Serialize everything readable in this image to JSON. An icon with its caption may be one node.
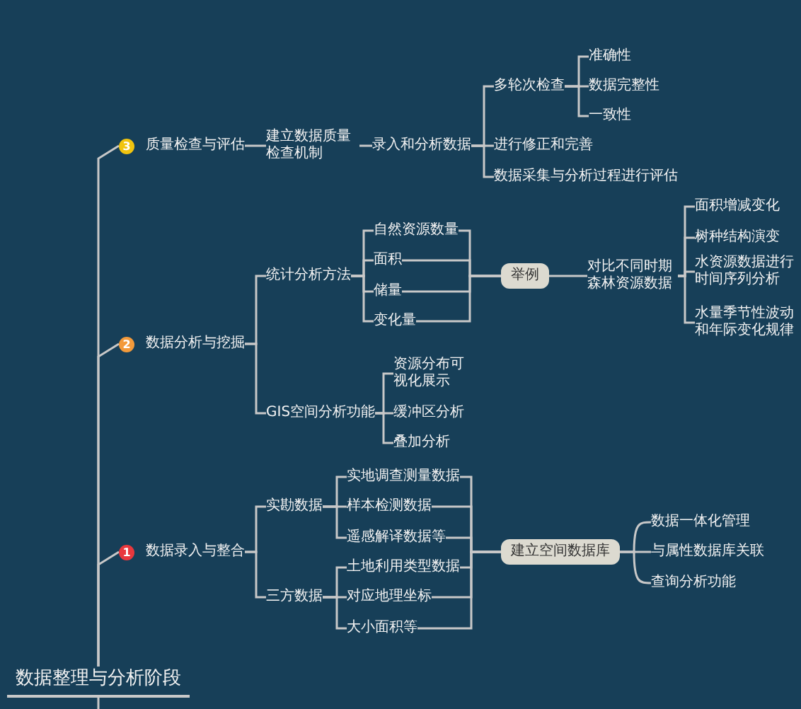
{
  "diagram": {
    "nodes": [
      {
        "text": [
          "数据整理与分析阶段"
        ]
      },
      {
        "text": [
          "3",
          "质量检查与评估"
        ]
      },
      {
        "text": [
          "建立数据质量检查机制"
        ]
      },
      {
        "text": [
          "录入和分析数据"
        ]
      },
      {
        "text": [
          "多轮次检查"
        ]
      },
      {
        "text": [
          "准确性"
        ]
      },
      {
        "text": [
          "数据完整性"
        ]
      },
      {
        "text": [
          "一致性"
        ]
      },
      {
        "text": [
          "进行修正和完善"
        ]
      },
      {
        "text": [
          "数据采集与分析过程进行评估"
        ]
      },
      {
        "text": [
          "2",
          "数据分析与挖掘"
        ]
      },
      {
        "text": [
          "统计分析方法"
        ]
      },
      {
        "text": [
          "自然资源数量"
        ]
      },
      {
        "text": [
          "面积"
        ]
      },
      {
        "text": [
          "储量"
        ]
      },
      {
        "text": [
          "变化量"
        ]
      },
      {
        "text": [
          "举例"
        ]
      },
      {
        "text": [
          "对比不同时期森林资源数据"
        ]
      },
      {
        "text": [
          "面积增减变化"
        ]
      },
      {
        "text": [
          "树种结构演变"
        ]
      },
      {
        "text": [
          "水资源数据进行时间序列分析"
        ]
      },
      {
        "text": [
          "水量季节性波动和年际变化规律"
        ]
      },
      {
        "text": [
          "GIS空间分析功能"
        ]
      },
      {
        "text": [
          "资源分布可视化展示"
        ]
      },
      {
        "text": [
          "缓冲区分析"
        ]
      },
      {
        "text": [
          "叠加分析"
        ]
      },
      {
        "text": [
          "1",
          "数据录入与整合"
        ]
      },
      {
        "text": [
          "实勘数据"
        ]
      },
      {
        "text": [
          "实地调查测量数据"
        ]
      },
      {
        "text": [
          "样本检测数据"
        ]
      },
      {
        "text": [
          "遥感解译数据等"
        ]
      },
      {
        "text": [
          "三方数据"
        ]
      },
      {
        "text": [
          "土地利用类型数据"
        ]
      },
      {
        "text": [
          "对应地理坐标"
        ]
      },
      {
        "text": [
          "大小面积等"
        ]
      },
      {
        "text": [
          "建立空间数据库"
        ]
      },
      {
        "text": [
          "数据一体化管理"
        ]
      },
      {
        "text": [
          "与属性数据库关联"
        ]
      },
      {
        "text": [
          "查询分析功能"
        ]
      }
    ],
    "edges": [
      {
        "from": 0,
        "to": 1,
        "arrow": "none"
      },
      {
        "from": 0,
        "to": 10,
        "arrow": "none"
      },
      {
        "from": 0,
        "to": 26,
        "arrow": "none"
      },
      {
        "from": 1,
        "to": 2,
        "arrow": "none"
      },
      {
        "from": 2,
        "to": 3,
        "arrow": "none"
      },
      {
        "from": 3,
        "to": 4,
        "arrow": "none"
      },
      {
        "from": 3,
        "to": 8,
        "arrow": "none"
      },
      {
        "from": 3,
        "to": 9,
        "arrow": "none"
      },
      {
        "from": 4,
        "to": 5,
        "arrow": "none"
      },
      {
        "from": 4,
        "to": 6,
        "arrow": "none"
      },
      {
        "from": 4,
        "to": 7,
        "arrow": "none"
      },
      {
        "from": 10,
        "to": 11,
        "arrow": "none"
      },
      {
        "from": 10,
        "to": 22,
        "arrow": "none"
      },
      {
        "from": 11,
        "to": 12,
        "arrow": "none"
      },
      {
        "from": 11,
        "to": 13,
        "arrow": "none"
      },
      {
        "from": 11,
        "to": 14,
        "arrow": "none"
      },
      {
        "from": 11,
        "to": 15,
        "arrow": "none"
      },
      {
        "from": 12,
        "to": 16,
        "arrow": "none"
      },
      {
        "from": 13,
        "to": 16,
        "arrow": "none"
      },
      {
        "from": 14,
        "to": 16,
        "arrow": "none"
      },
      {
        "from": 15,
        "to": 16,
        "arrow": "none"
      },
      {
        "from": 16,
        "to": 17,
        "arrow": "none"
      },
      {
        "from": 17,
        "to": 18,
        "arrow": "none"
      },
      {
        "from": 17,
        "to": 19,
        "arrow": "none"
      },
      {
        "from": 17,
        "to": 20,
        "arrow": "none"
      },
      {
        "from": 17,
        "to": 21,
        "arrow": "none"
      },
      {
        "from": 22,
        "to": 23,
        "arrow": "none"
      },
      {
        "from": 22,
        "to": 24,
        "arrow": "none"
      },
      {
        "from": 22,
        "to": 25,
        "arrow": "none"
      },
      {
        "from": 26,
        "to": 27,
        "arrow": "none"
      },
      {
        "from": 26,
        "to": 31,
        "arrow": "none"
      },
      {
        "from": 27,
        "to": 28,
        "arrow": "none"
      },
      {
        "from": 27,
        "to": 29,
        "arrow": "none"
      },
      {
        "from": 27,
        "to": 30,
        "arrow": "none"
      },
      {
        "from": 31,
        "to": 32,
        "arrow": "none"
      },
      {
        "from": 31,
        "to": 33,
        "arrow": "none"
      },
      {
        "from": 31,
        "to": 34,
        "arrow": "none"
      },
      {
        "from": 28,
        "to": 35,
        "arrow": "none"
      },
      {
        "from": 29,
        "to": 35,
        "arrow": "none"
      },
      {
        "from": 30,
        "to": 35,
        "arrow": "none"
      },
      {
        "from": 32,
        "to": 35,
        "arrow": "none"
      },
      {
        "from": 33,
        "to": 35,
        "arrow": "none"
      },
      {
        "from": 34,
        "to": 35,
        "arrow": "none"
      },
      {
        "from": 35,
        "to": 36,
        "arrow": "none"
      },
      {
        "from": 35,
        "to": 37,
        "arrow": "none"
      },
      {
        "from": 35,
        "to": 38,
        "arrow": "none"
      }
    ]
  }
}
